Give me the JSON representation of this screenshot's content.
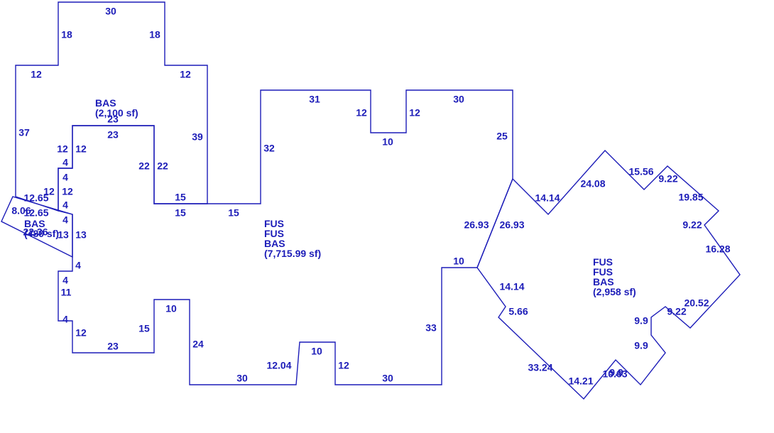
{
  "colors": {
    "line": "#1c1cb8",
    "text": "#1c1cb8",
    "background": "#ffffff"
  },
  "areas": [
    {
      "id": "bas-2100",
      "codes": [
        "BAS"
      ],
      "area": "(2,100 sf)"
    },
    {
      "id": "bas-480",
      "codes": [
        "BAS"
      ],
      "area": "(480 sf)"
    },
    {
      "id": "main-7716",
      "codes": [
        "FUS",
        "FUS",
        "BAS"
      ],
      "area": "(7,715.99 sf)"
    },
    {
      "id": "right-2958",
      "codes": [
        "FUS",
        "FUS",
        "BAS"
      ],
      "area": "(2,958 sf)"
    }
  ],
  "dimensions": [
    "30",
    "18",
    "18",
    "12",
    "12",
    "37",
    "39",
    "23",
    "23",
    "12",
    "12",
    "22",
    "22",
    "4",
    "4",
    "12",
    "12",
    "4",
    "15",
    "15",
    "15",
    "12.65",
    "12.65",
    "8.06",
    "22.36",
    "4",
    "13",
    "13",
    "4",
    "4",
    "11",
    "4",
    "12",
    "23",
    "15",
    "10",
    "24",
    "30",
    "12.04",
    "10",
    "12",
    "30",
    "33",
    "10",
    "32",
    "31",
    "12",
    "10",
    "12",
    "30",
    "25",
    "26.93",
    "26.93",
    "14.14",
    "24.08",
    "15.56",
    "9.22",
    "19.85",
    "9.22",
    "16.28",
    "20.52",
    "9.22",
    "9.9",
    "9.9",
    "10.63",
    "9.9",
    "14.21",
    "33.24",
    "5.66",
    "14.14"
  ]
}
